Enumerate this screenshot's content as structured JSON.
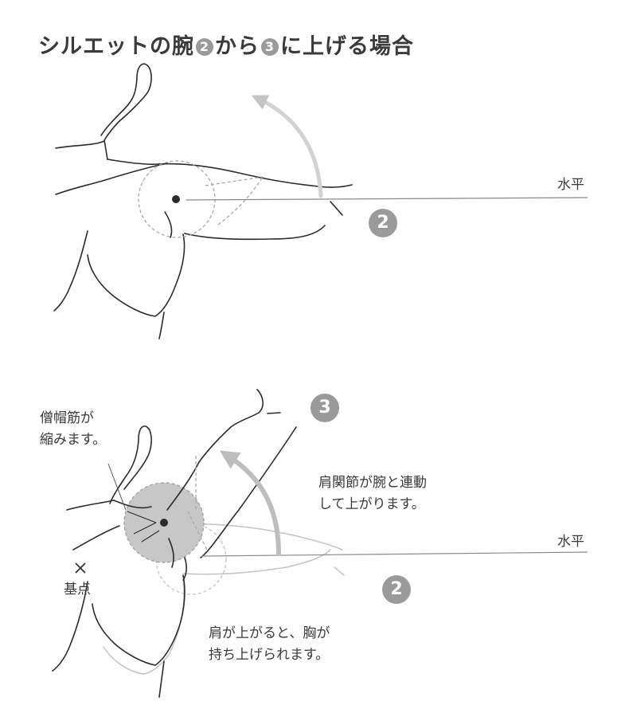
{
  "title": {
    "part1": "シルエットの腕",
    "num_a": "2",
    "part2": "から",
    "num_b": "3",
    "part3": "に上げる場合"
  },
  "top_diagram": {
    "horizontal_label": "水平",
    "badge": "2"
  },
  "bottom_diagram": {
    "horizontal_label": "水平",
    "badge_upper": "3",
    "badge_lower": "2",
    "trapezius_note": [
      "僧帽筋が",
      "縮みます。"
    ],
    "base_point_label": "基点",
    "shoulder_note": [
      "肩関節が腕と連動",
      "して上がります。"
    ],
    "chest_note": [
      "肩が上がると、胸が",
      "持ち上げられます。"
    ]
  },
  "colors": {
    "line": "#2b2b2b",
    "faint_line": "#c4c4c4",
    "dashed": "#a8a8a8",
    "arc_arrow": "#c8c8c8",
    "badge": "#9a9a9a",
    "shoulder_fill": "#c7c7c7"
  }
}
